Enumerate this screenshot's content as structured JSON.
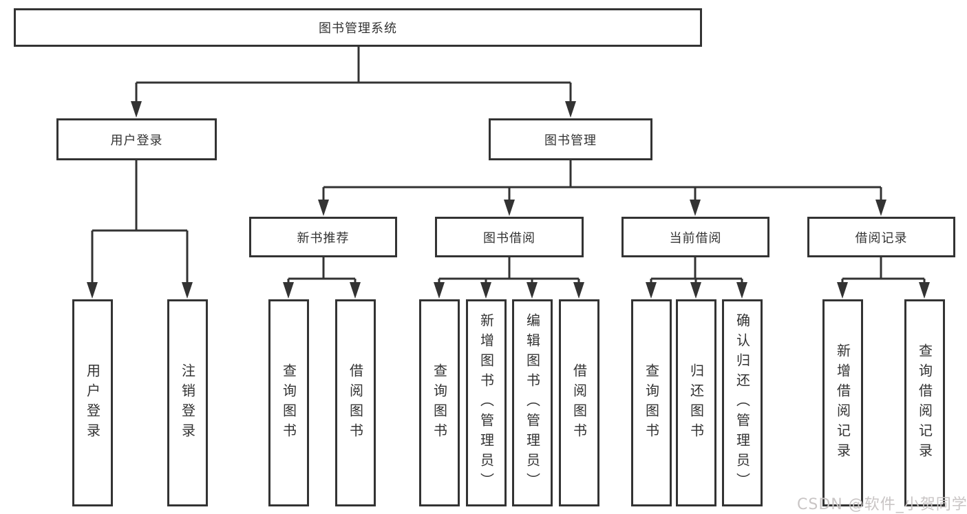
{
  "diagram": {
    "root": {
      "label": "图书管理系统"
    },
    "level2": {
      "user_login": {
        "label": "用户登录"
      },
      "book_mgmt": {
        "label": "图书管理"
      }
    },
    "level3": {
      "new_book_rec": {
        "label": "新书推荐"
      },
      "book_borrow": {
        "label": "图书借阅"
      },
      "current_borrow": {
        "label": "当前借阅"
      },
      "borrow_records": {
        "label": "借阅记录"
      }
    },
    "leaves": {
      "user_login": {
        "label": "用户登录"
      },
      "logout": {
        "label": "注销登录"
      },
      "rec_query_books": {
        "label": "查询图书"
      },
      "rec_borrow_books": {
        "label": "借阅图书"
      },
      "bor_query_books": {
        "label": "查询图书"
      },
      "bor_add_books": {
        "label": "新增图书（管理员）"
      },
      "bor_edit_books": {
        "label": "编辑图书（管理员）"
      },
      "bor_borrow_books": {
        "label": "借阅图书"
      },
      "cur_query_books": {
        "label": "查询图书"
      },
      "cur_return_books": {
        "label": "归还图书"
      },
      "cur_confirm_return": {
        "label": "确认归还（管理员）"
      },
      "hist_add_record": {
        "label": "新增借阅记录"
      },
      "hist_query_record": {
        "label": "查询借阅记录"
      }
    },
    "watermark": "CSDN @软件_小贺同学",
    "colors": {
      "line": "#333333",
      "box_background": "#ffffff",
      "watermark_text": "#c9c5c5"
    }
  }
}
